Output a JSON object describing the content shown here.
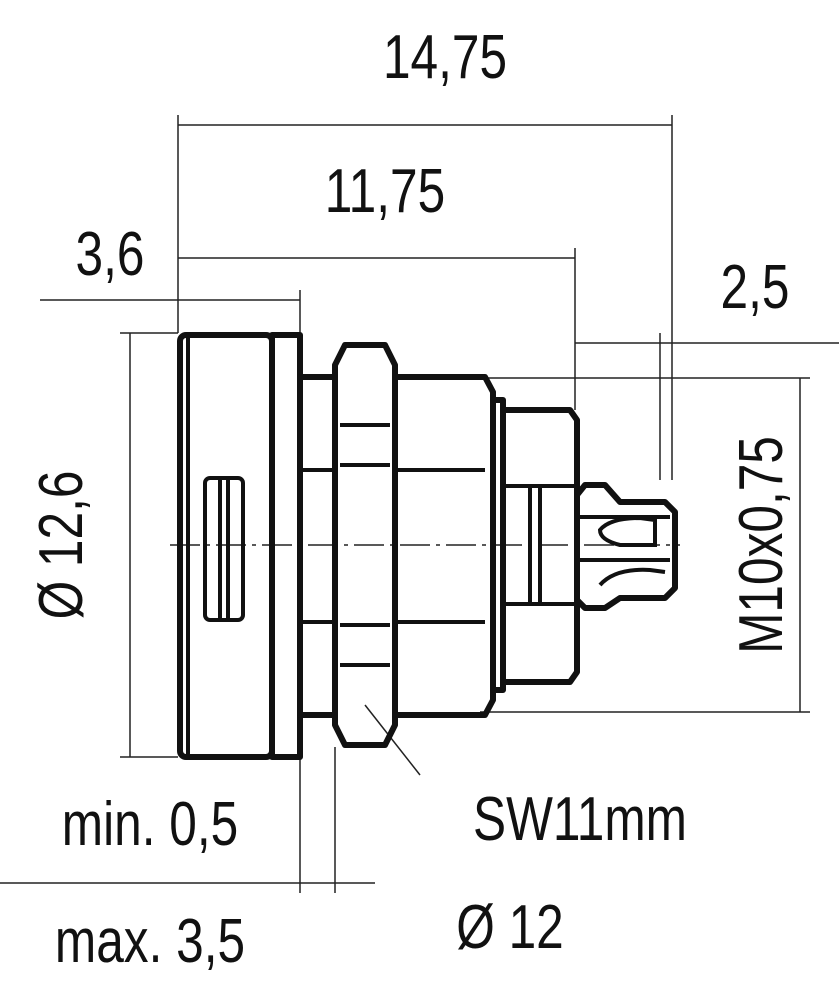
{
  "dimensions": {
    "overall_length": "14,75",
    "body_length": "11,75",
    "flange_width": "3,6",
    "pin_length": "2,5",
    "thread": "M10x0,75",
    "flange_diameter": "Ø 12,6",
    "panel_min": "min. 0,5",
    "panel_max": "max. 3,5",
    "wrench_size": "SW11mm",
    "nut_diameter": "Ø 12"
  }
}
